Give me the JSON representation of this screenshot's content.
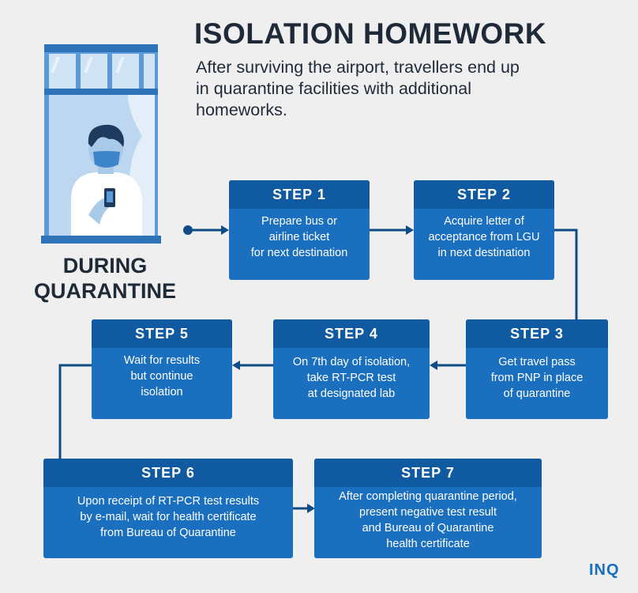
{
  "title": "ISOLATION HOMEWORK",
  "subtitle": "After surviving the airport, travellers end up in quarantine facilities with additional homeworks.",
  "during_label": "DURING QUARANTINE",
  "steps": [
    {
      "header": "STEP 1",
      "text": "Prepare bus or\nairline ticket\nfor next destination"
    },
    {
      "header": "STEP 2",
      "text": "Acquire letter of\nacceptance from LGU\nin next destination"
    },
    {
      "header": "STEP 3",
      "text": "Get travel pass\nfrom PNP in place\nof quarantine"
    },
    {
      "header": "STEP 4",
      "text": "On 7th day of isolation,\ntake RT-PCR test\nat designated lab"
    },
    {
      "header": "STEP 5",
      "text": "Wait for results\nbut continue\nisolation"
    },
    {
      "header": "STEP 6",
      "text": "Upon receipt of RT-PCR test results\nby e-mail, wait for health certificate\nfrom Bureau of Quarantine"
    },
    {
      "header": "STEP 7",
      "text": "After completing quarantine period,\npresent negative test result\nand Bureau of Quarantine\nhealth certificate"
    }
  ],
  "logo": "INQ",
  "colors": {
    "box": "#1a6fbf",
    "header": "#0f5aa0",
    "line": "#0f4c86",
    "text": "#1f2a38",
    "background": "#efefef"
  },
  "icons": [
    "window-illustration",
    "person-with-mask-icon",
    "phone-icon"
  ]
}
